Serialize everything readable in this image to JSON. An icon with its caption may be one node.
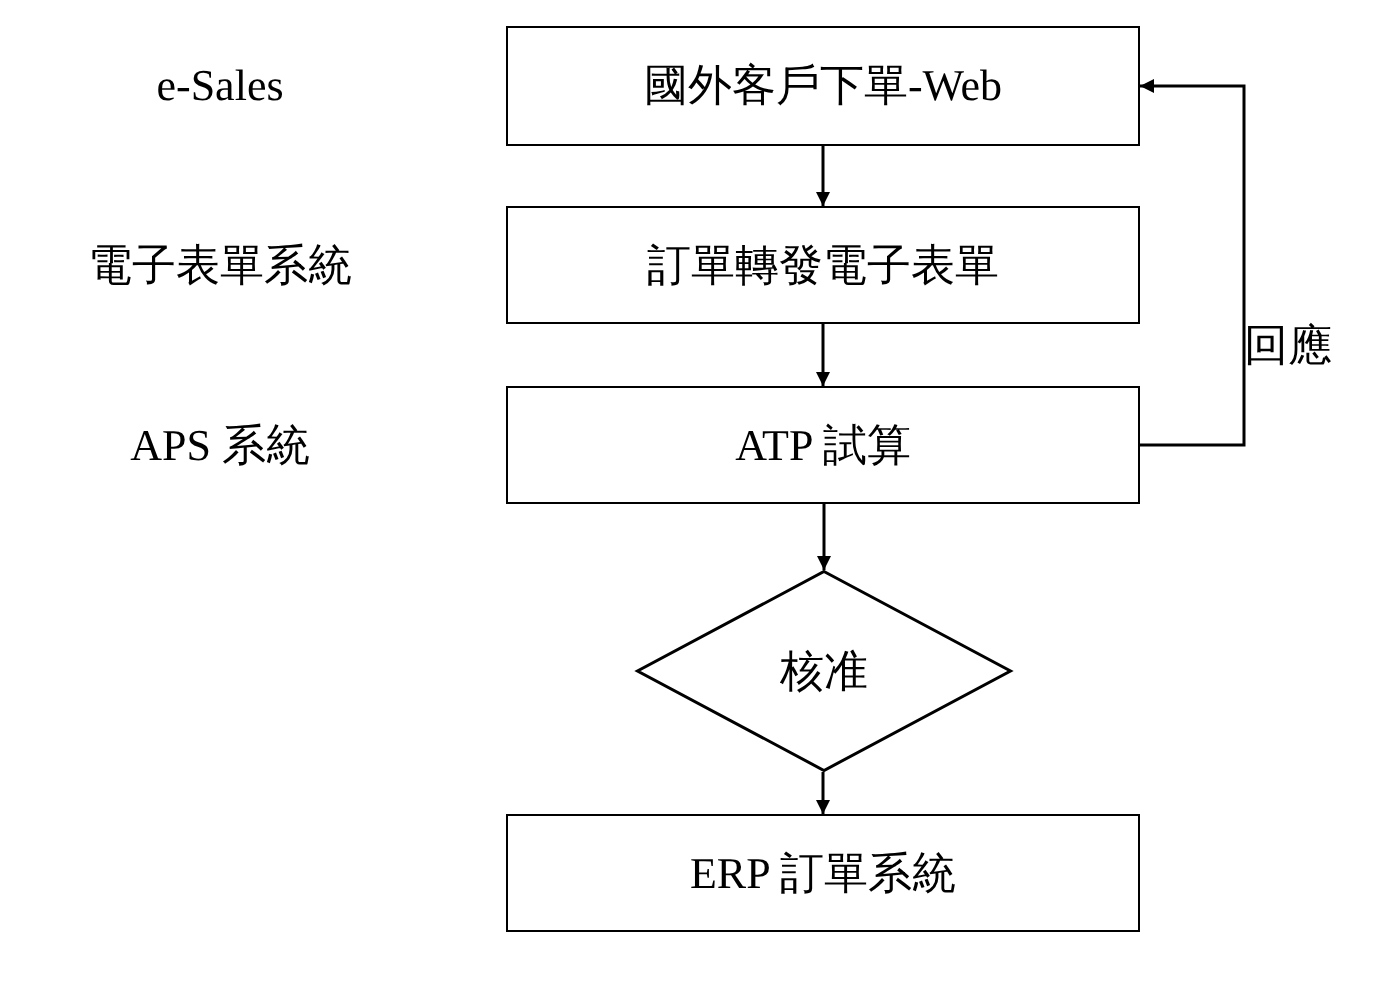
{
  "diagram": {
    "nodes": [
      {
        "text": [
          "國外客戶下單-Web"
        ]
      },
      {
        "text": [
          "訂單轉發電子表單"
        ]
      },
      {
        "text": [
          "ATP 試算"
        ]
      },
      {
        "text": [
          "核准"
        ]
      },
      {
        "text": [
          "ERP 訂單系統"
        ]
      }
    ],
    "edges": [
      {
        "from": 0,
        "to": 1,
        "arrow": "to"
      },
      {
        "from": 1,
        "to": 2,
        "arrow": "to"
      },
      {
        "from": 2,
        "to": 3,
        "arrow": "to"
      },
      {
        "from": 3,
        "to": 4,
        "arrow": "to"
      },
      {
        "from": 2,
        "to": 0,
        "arrow": "to",
        "label": "回應"
      }
    ],
    "labels": [
      "e-Sales",
      "電子表單系統",
      "APS 系統"
    ]
  }
}
